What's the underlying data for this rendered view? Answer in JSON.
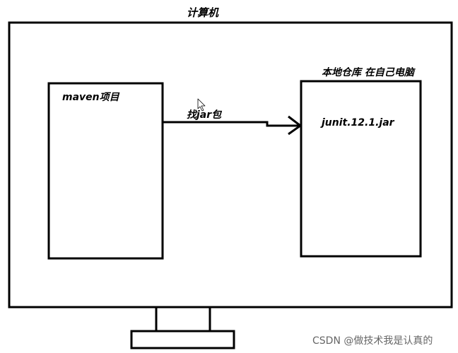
{
  "diagram": {
    "computer_label": "计算机",
    "project_box_label": "maven项目",
    "arrow_label": "找jar包",
    "repo_header_label": "本地仓库 在自己电脑",
    "repo_item_label": "junit.12.1.jar"
  },
  "watermark": {
    "text": "CSDN @做技术我是认真的"
  },
  "colors": {
    "line": "#000000",
    "background": "#ffffff",
    "watermark": "#666666"
  }
}
